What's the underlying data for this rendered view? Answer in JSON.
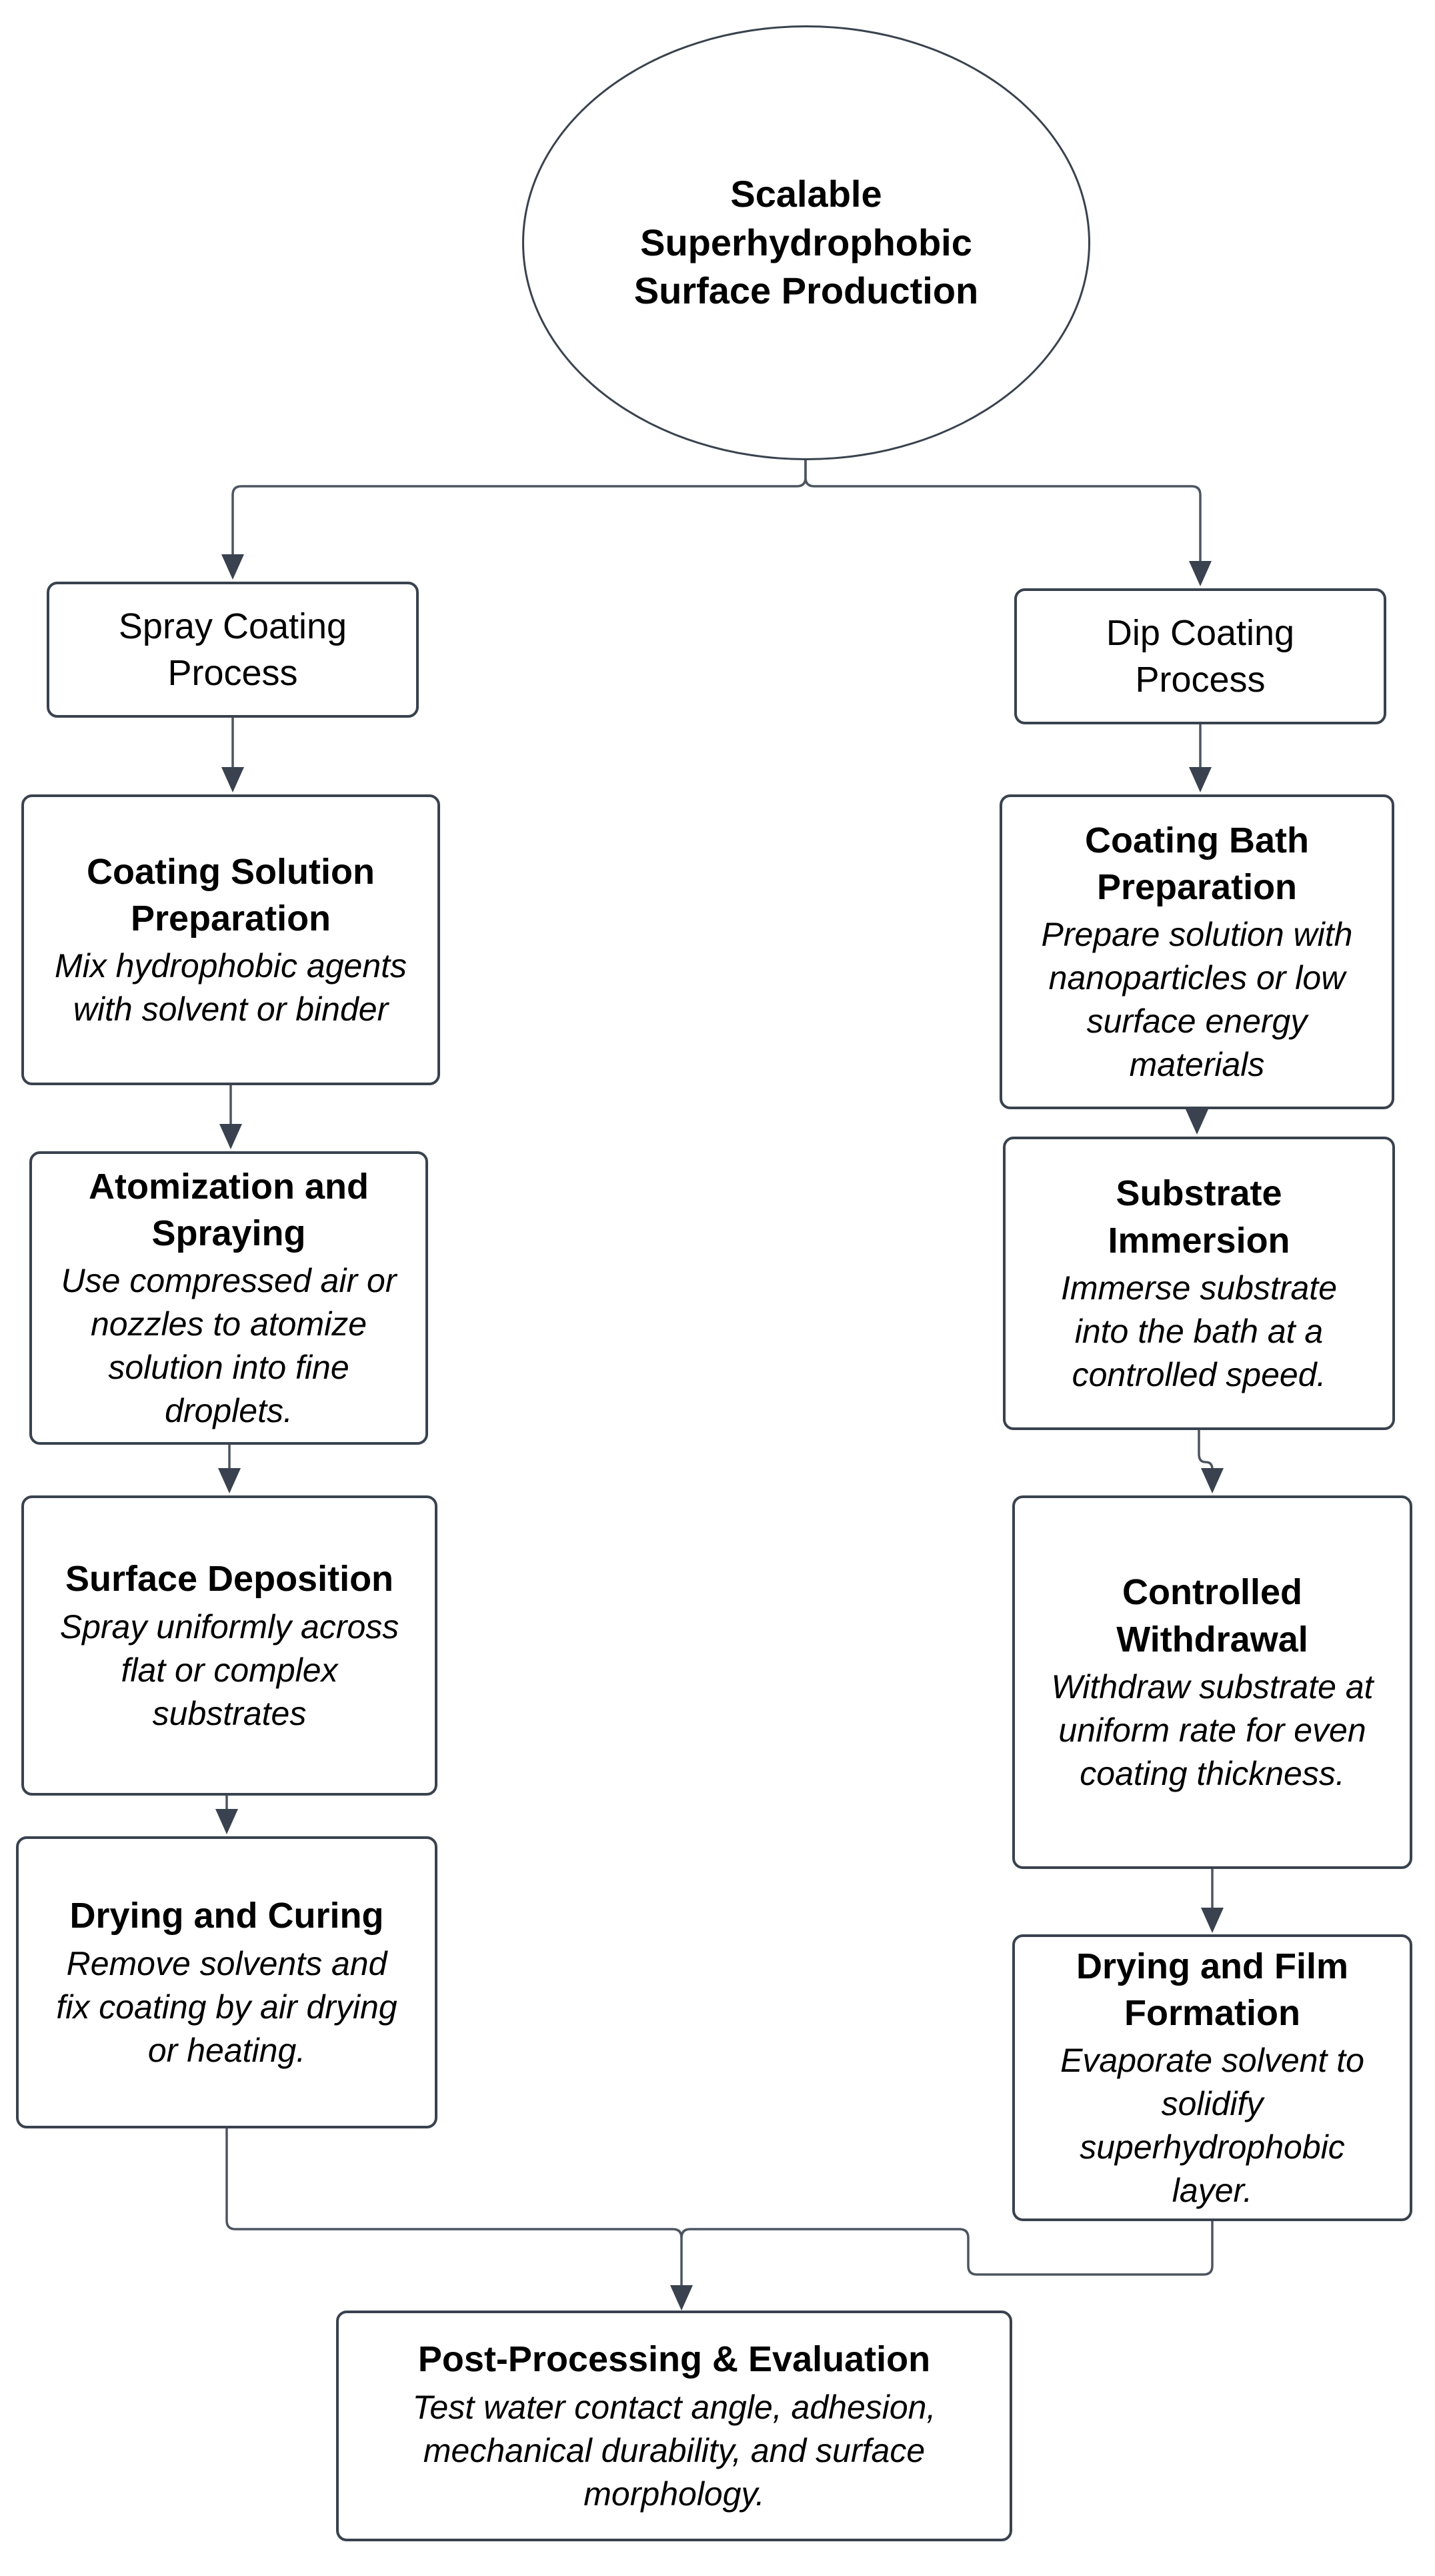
{
  "diagram": {
    "root": {
      "title": "Scalable Superhydrophobic Surface Production"
    },
    "branches": {
      "spray": {
        "label": "Spray Coating Process"
      },
      "dip": {
        "label": "Dip Coating Process"
      }
    },
    "spray_steps": [
      {
        "title": "Coating Solution Preparation",
        "desc": "Mix hydrophobic agents with solvent or binder"
      },
      {
        "title": "Atomization and Spraying",
        "desc": "Use compressed air or nozzles to atomize solution into fine droplets."
      },
      {
        "title": "Surface Deposition",
        "desc": "Spray uniformly across flat or complex substrates"
      },
      {
        "title": "Drying and Curing",
        "desc": "Remove solvents and fix coating by air drying or heating."
      }
    ],
    "dip_steps": [
      {
        "title": "Coating Bath Preparation",
        "desc": "Prepare solution with nanoparticles or low surface energy materials"
      },
      {
        "title": "Substrate Immersion",
        "desc": "Immerse substrate into the bath at a controlled speed."
      },
      {
        "title": "Controlled Withdrawal",
        "desc": "Withdraw substrate at uniform rate for even coating thickness."
      },
      {
        "title": "Drying and Film Formation",
        "desc": "Evaporate solvent to solidify superhydrophobic layer."
      }
    ],
    "final": {
      "title": "Post-Processing & Evaluation",
      "desc": "Test water contact angle, adhesion, mechanical durability, and surface morphology."
    },
    "colors": {
      "node_border": "#39424e",
      "line": "#4c5560",
      "arrow": "#39424e",
      "background": "#ffffff",
      "text": "#000000"
    }
  }
}
